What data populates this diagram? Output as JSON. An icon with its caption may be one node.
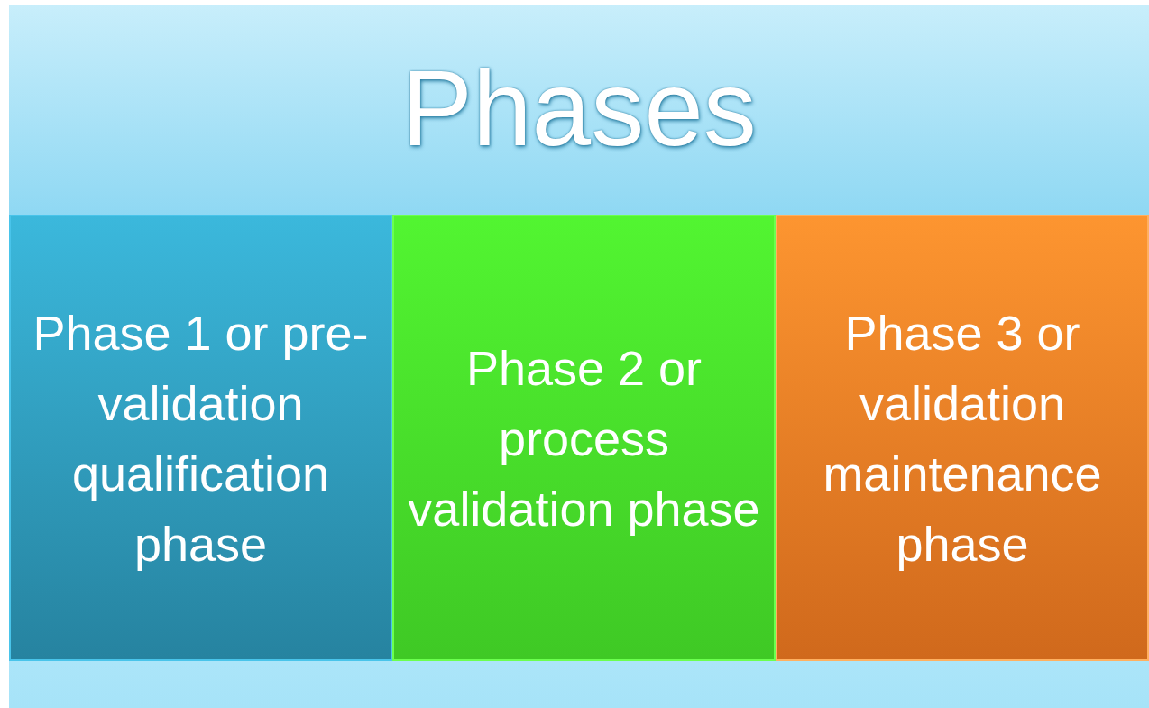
{
  "diagram": {
    "nodes": [
      {
        "text": [
          "Phases"
        ]
      },
      {
        "text": [
          "Phase 1 or pre-validation qualification phase"
        ],
        "in": 0
      },
      {
        "text": [
          "Phase 2 or process validation phase"
        ],
        "in": 0
      },
      {
        "text": [
          "Phase 3 or validation maintenance phase"
        ],
        "in": 0
      }
    ]
  }
}
